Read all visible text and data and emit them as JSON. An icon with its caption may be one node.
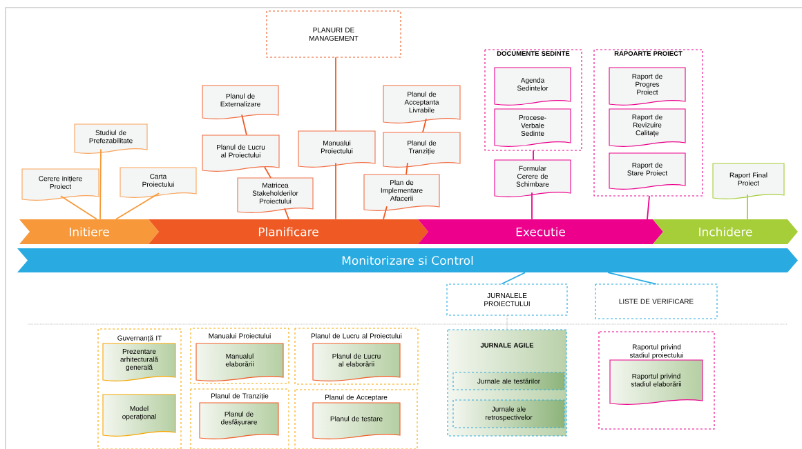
{
  "diagram": {
    "nodes": [
      {
        "text": [
          "Initiere"
        ]
      },
      {
        "text": [
          "Planificare"
        ]
      },
      {
        "text": [
          "Executie"
        ]
      },
      {
        "text": [
          "Inchidere"
        ]
      },
      {
        "text": [
          "Monitorizare si Control"
        ]
      },
      {
        "text": [
          "PLANURI DE MANAGEMENT"
        ]
      },
      {
        "text": [
          "Cerere inițiere Proiect"
        ]
      },
      {
        "text": [
          "Studiul de Prefezabilitate"
        ]
      },
      {
        "text": [
          "Carta Proiectului"
        ]
      },
      {
        "text": [
          "Planul de Externalizare"
        ]
      },
      {
        "text": [
          "Planul de Lucru al Proiectului"
        ]
      },
      {
        "text": [
          "Matricea Stakeholderilor Proiectului"
        ]
      },
      {
        "text": [
          "Manualui Proiectului"
        ]
      },
      {
        "text": [
          "Planul de Acceptanta Livrabile"
        ]
      },
      {
        "text": [
          "Planul de Tranziție"
        ]
      },
      {
        "text": [
          "Plan de Implementare Afacerii"
        ]
      },
      {
        "text": [
          "DOCUMENTE SEDINTE"
        ]
      },
      {
        "text": [
          "Agenda Sedintelor"
        ],
        "in": 16
      },
      {
        "text": [
          "Procese-Verbale Sedinte"
        ],
        "in": 16
      },
      {
        "text": [
          "Formular Cerere de Schimbare"
        ]
      },
      {
        "text": [
          "RAPOARTE PROIECT"
        ]
      },
      {
        "text": [
          "Raport de Progres Proiect"
        ],
        "in": 20
      },
      {
        "text": [
          "Raport de Revizuire Calitațe"
        ],
        "in": 20
      },
      {
        "text": [
          "Raport de Stare Proiect"
        ],
        "in": 20
      },
      {
        "text": [
          "Raport Final Proiect"
        ]
      },
      {
        "text": [
          "JURNALELE PROIECTULUI"
        ]
      },
      {
        "text": [
          "LISTE DE VERIFICARE"
        ]
      },
      {
        "text": [
          "Guvernanță IT"
        ]
      },
      {
        "text": [
          "Prezentare arhitecturală generală"
        ],
        "in": 27
      },
      {
        "text": [
          "Model operațional"
        ],
        "in": 27
      },
      {
        "text": [
          "Manualui Proiectului"
        ]
      },
      {
        "text": [
          "Manualul elaborării"
        ],
        "in": 30
      },
      {
        "text": [
          "Planul de Lucru al Proiectului"
        ]
      },
      {
        "text": [
          "Planul de Lucru al elaborării"
        ],
        "in": 32
      },
      {
        "text": [
          "Planul de Tranziție"
        ]
      },
      {
        "text": [
          "Planul de desfășurare"
        ],
        "in": 34
      },
      {
        "text": [
          "Planul de Acceptare"
        ]
      },
      {
        "text": [
          "Planul de testare"
        ],
        "in": 36
      },
      {
        "text": [
          "JURNALE AGILE"
        ]
      },
      {
        "text": [
          "Jurnale ale testărilor"
        ],
        "in": 38
      },
      {
        "text": [
          "Jurnale ale retrospectivelor"
        ],
        "in": 38
      },
      {
        "text": [
          "Raportul privind stadiul proiectului"
        ]
      },
      {
        "text": [
          "Raportul privind stadiul elaborării"
        ],
        "in": 41
      }
    ],
    "edges": [
      {
        "from": 6,
        "to": 0,
        "arrow": "none",
        "color": "#f7993a"
      },
      {
        "from": 7,
        "to": 0,
        "arrow": "none",
        "color": "#f7993a"
      },
      {
        "from": 8,
        "to": 0,
        "arrow": "none",
        "color": "#f7993a"
      },
      {
        "from": 9,
        "to": 10,
        "arrow": "none"
      },
      {
        "from": 10,
        "to": 11,
        "arrow": "none"
      },
      {
        "from": 11,
        "to": 1,
        "arrow": "none"
      },
      {
        "from": 5,
        "to": 12,
        "arrow": "none"
      },
      {
        "from": 12,
        "to": 1,
        "arrow": "none"
      },
      {
        "from": 13,
        "to": 14,
        "arrow": "none"
      },
      {
        "from": 14,
        "to": 15,
        "arrow": "none"
      },
      {
        "from": 15,
        "to": 1,
        "arrow": "none"
      },
      {
        "from": 16,
        "to": 19,
        "arrow": "none",
        "color": "#ec008c"
      },
      {
        "from": 19,
        "to": 2,
        "arrow": "none",
        "color": "#ec008c"
      },
      {
        "from": 20,
        "to": 2,
        "arrow": "none",
        "color": "#ec008c"
      },
      {
        "from": 24,
        "to": 3,
        "arrow": "none",
        "color": "#a6ce39"
      },
      {
        "from": 4,
        "to": 25,
        "arrow": "none",
        "color": "#29abe2"
      },
      {
        "from": 4,
        "to": 26,
        "arrow": "none",
        "color": "#29abe2"
      },
      {
        "from": 25,
        "to": 38,
        "arrow": "none",
        "style": "dashed",
        "color": "#9a9a9a"
      }
    ]
  }
}
